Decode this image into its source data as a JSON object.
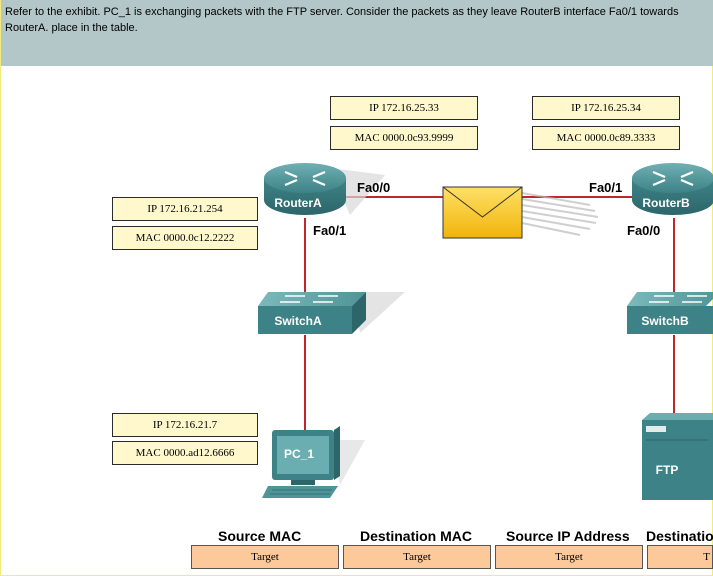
{
  "question": {
    "text": "Refer to the exhibit. PC_1 is exchanging packets with the FTP server. Consider the packets as they leave RouterB interface Fa0/1 towards RouterA. place in the table."
  },
  "devices": {
    "router_a": {
      "label": "RouterA"
    },
    "router_b": {
      "label": "RouterB"
    },
    "switch_a": {
      "label": "SwitchA"
    },
    "switch_b": {
      "label": "SwitchB"
    },
    "pc": {
      "label": "PC_1"
    },
    "server": {
      "label": "FTP"
    }
  },
  "interfaces": {
    "router_a_fa00": "Fa0/0",
    "router_a_fa01": "Fa0/1",
    "router_b_fa01": "Fa0/1",
    "router_b_fa00": "Fa0/0"
  },
  "address_boxes": {
    "router_a_fa00_ip": "IP 172.16.25.33",
    "router_a_fa00_mac": "MAC 0000.0c93.9999",
    "router_b_fa01_ip": "IP 172.16.25.34",
    "router_b_fa01_mac": "MAC 0000.0c89.3333",
    "router_a_fa01_ip": "IP 172.16.21.254",
    "router_a_fa01_mac": "MAC 0000.0c12.2222",
    "pc_ip": "IP 172.16.21.7",
    "pc_mac": "MAC 0000.ad12.6666"
  },
  "table": {
    "headers": [
      "Source MAC",
      "Destination MAC",
      "Source IP Address",
      "Destination"
    ],
    "targets": [
      "Target",
      "Target",
      "Target",
      "T"
    ]
  },
  "colors": {
    "header_bg": "#b3c6c8",
    "link": "#c0262c",
    "device": "#3d8286",
    "box_bg": "#fff8cc",
    "target_bg": "#fdc99a",
    "envelope": "#f3c21b"
  }
}
